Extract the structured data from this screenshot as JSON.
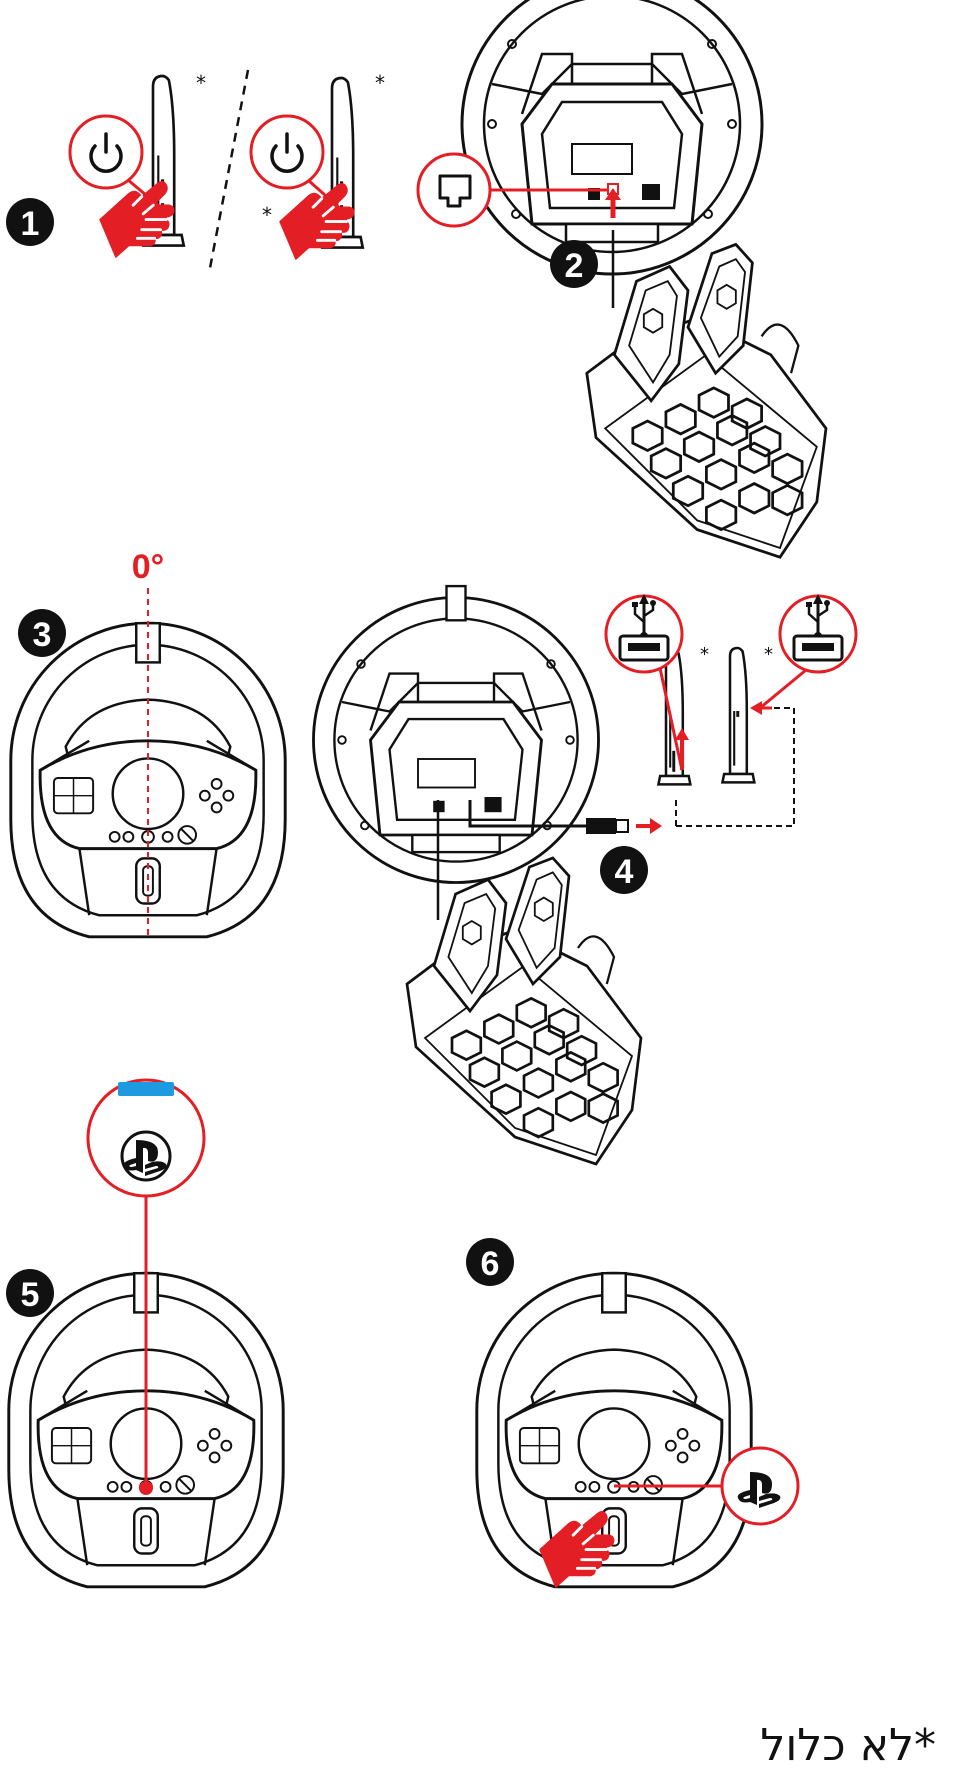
{
  "steps": [
    "1",
    "2",
    "3",
    "4",
    "5",
    "6"
  ],
  "angle_label": "0°",
  "asterisk": "*",
  "footnote": "*לא כלול",
  "colors": {
    "accent": "#e31e24",
    "ink": "#111111",
    "blue_tab": "#1e9be0",
    "white": "#ffffff"
  },
  "icons": [
    "power-icon",
    "pointing-hand-icon",
    "rj12-port-icon",
    "usb-icon",
    "usb-port-icon",
    "playstation-icon"
  ]
}
